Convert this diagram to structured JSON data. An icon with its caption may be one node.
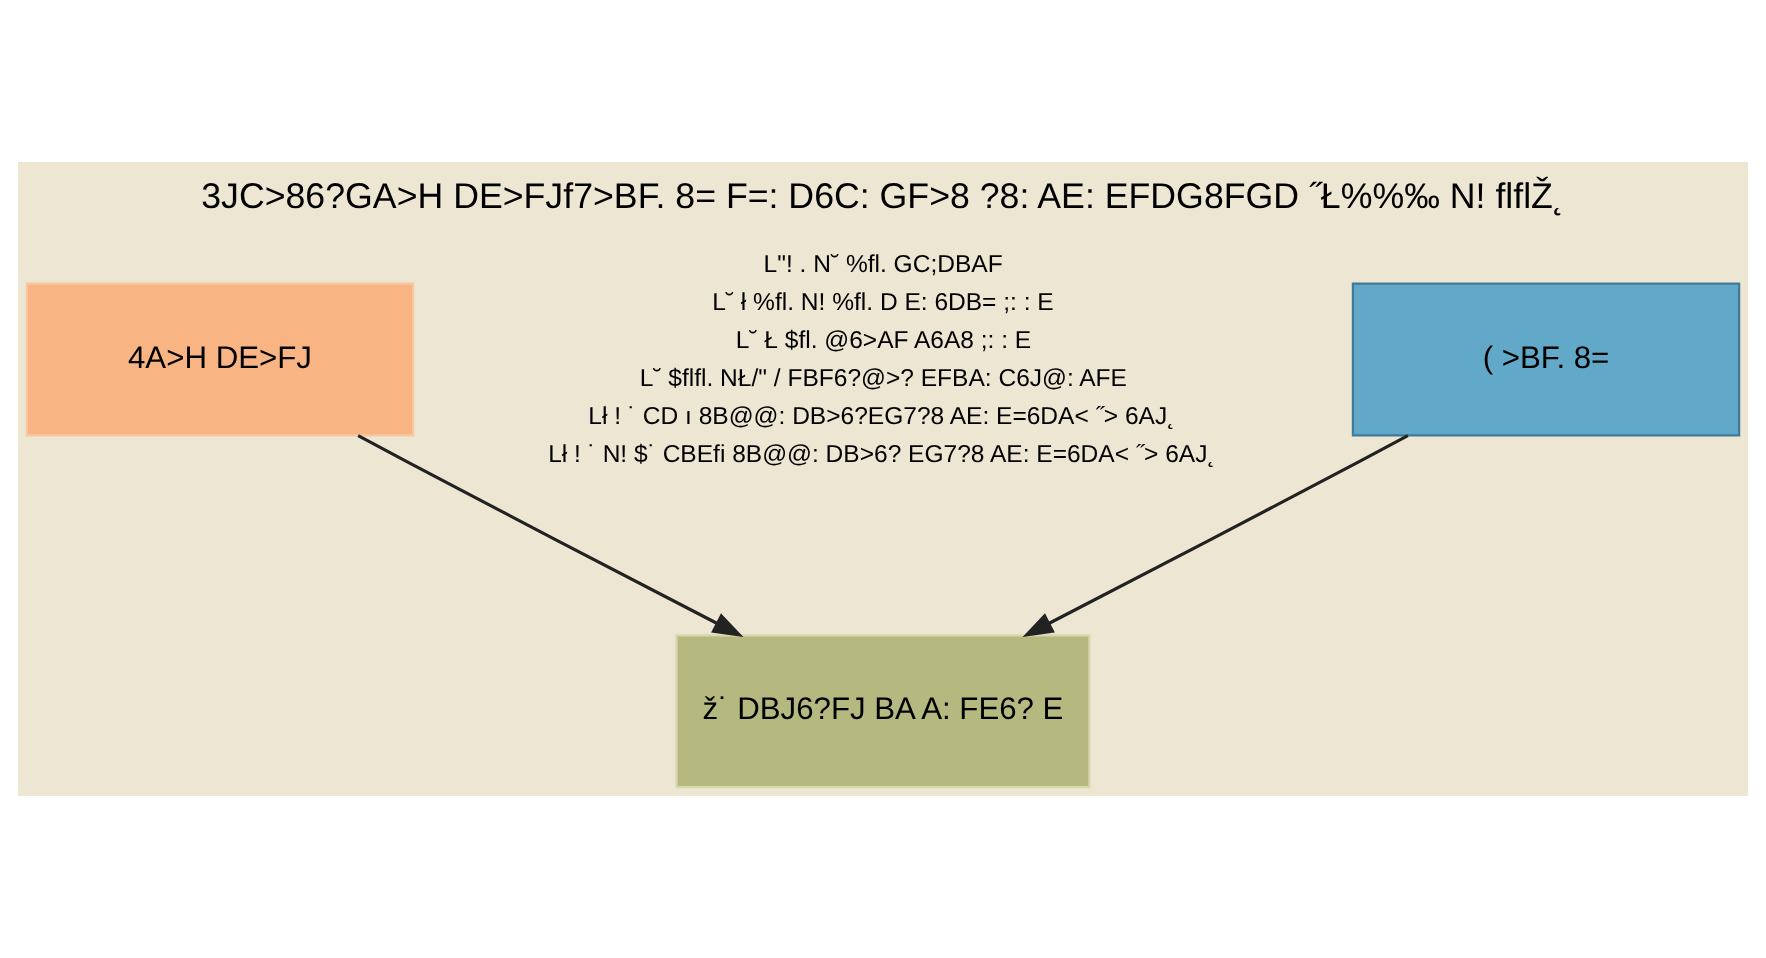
{
  "diagram": {
    "title": "3JC>86?GA>H DE>FJf7>BF. 8= F=: D6C: GF>8 ?8: AE: EFDG8FGD ˝Ł%%‰ N! flflŽ˛",
    "nodes": [
      {
        "text": [
          "4A>H DE>FJ"
        ]
      },
      {
        "text": [
          "( >BF. 8="
        ]
      },
      {
        "text": [
          "ž˙ DBJ6?FJ BA A: FE6? E"
        ]
      }
    ],
    "edges": [
      {
        "from": 0,
        "to": 2,
        "arrow": "to"
      },
      {
        "from": 1,
        "to": 2,
        "arrow": "to"
      }
    ],
    "labels": [
      "L\"! . N˘ %fl. GC;DBAF",
      "L˘ ł %fl. N! %fl. D E: 6DB= ;: : E",
      "L˘ Ł $fl. @6>AF A6A8 ;: : E",
      "L˘ $flfl. NŁ/\" / FBF6?@>? EFBA: C6J@: AFE",
      "Lł ! ˙ CD ı 8B@@: DB>6?EG7?8 AE: E=6DA< ˝> 6AJ˛",
      "Lł ! ˙ N! $˙ CBEfi 8B@@: DB>6? EG7?8 AE: E=6DA< ˝> 6AJ˛"
    ]
  }
}
